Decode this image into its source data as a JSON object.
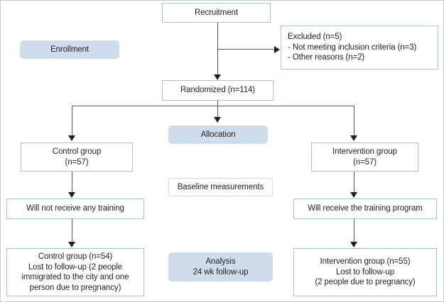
{
  "diagram": {
    "type": "consort-flow-diagram",
    "colors": {
      "box_border": "#a8c0d8",
      "stage_fill": "#cfdceb",
      "line": "#58595b",
      "text": "#231f20",
      "frame": "#c9c9c9"
    }
  },
  "nodes": {
    "recruitment": "Recruitment",
    "excluded": "Excluded (n=5)\n- Not meeting inclusion criteria (n=3)\n- Other reasons (n=2)",
    "randomized": "Randomized (n=114)",
    "control_group": "Control group\n(n=57)",
    "intervention_group": "Intervention group\n(n=57)",
    "control_training": "Will not receive any training",
    "intervention_training": "Will receive the training program",
    "control_analysis": "Control group (n=54)\nLost to follow-up (2 people\nimmigrated to the city and one\nperson due to pregnancy)",
    "intervention_analysis": "Intervention group (n=55)\nLost to follow-up\n(2 people due to pregnancy)"
  },
  "stages": {
    "enrollment": "Enrollment",
    "allocation": "Allocation",
    "baseline": "Baseline measurements",
    "analysis": "Analysis\n24 wk follow-up"
  },
  "counts": {
    "recruited_excluded": 5,
    "excluded_not_meeting_criteria": 3,
    "excluded_other_reasons": 2,
    "randomized": 114,
    "control_allocated": 57,
    "intervention_allocated": 57,
    "control_analyzed": 54,
    "intervention_analyzed": 55,
    "control_lost": 3,
    "intervention_lost": 2,
    "follow_up_weeks": 24
  }
}
